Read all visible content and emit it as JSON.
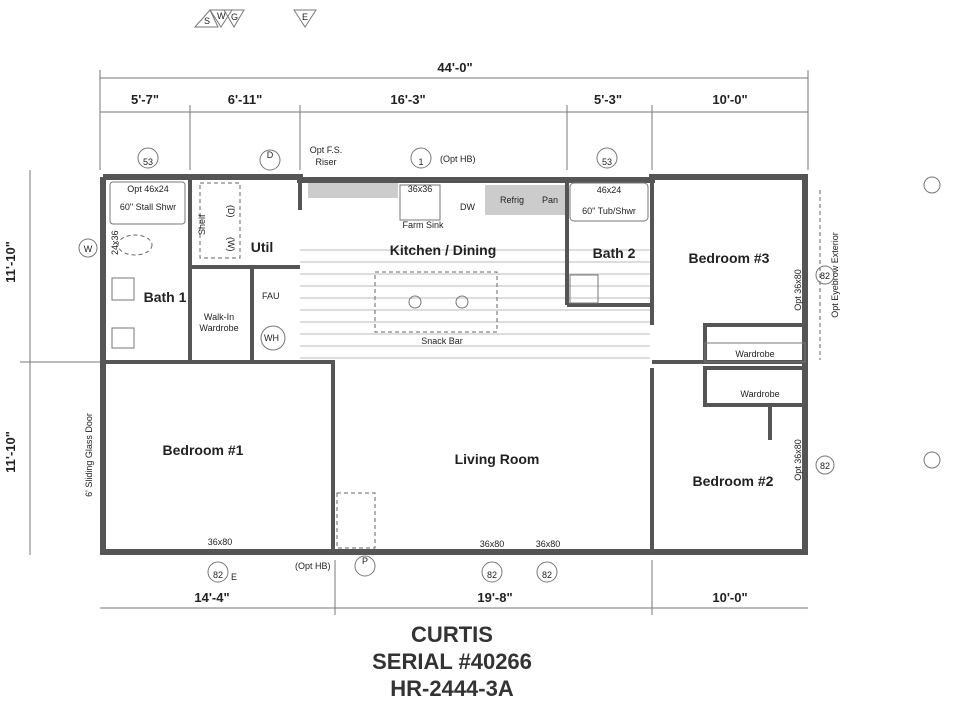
{
  "compass": {
    "s": "S",
    "w": "W",
    "g": "G",
    "e": "E"
  },
  "dimensions": {
    "overall": "44'-0\"",
    "top": [
      "5'-7\"",
      "6'-11\"",
      "16'-3\"",
      "5'-3\"",
      "10'-0\""
    ],
    "left": [
      "11'-10\"",
      "11'-10\""
    ],
    "bottom": [
      "14'-4\"",
      "19'-8\"",
      "10'-0\""
    ]
  },
  "rooms": {
    "kitchen": "Kitchen / Dining",
    "util": "Util",
    "bath1": "Bath 1",
    "bath2": "Bath 2",
    "bedroom3": "Bedroom #3",
    "bedroom1": "Bedroom #1",
    "bedroom2": "Bedroom #2",
    "living": "Living Room"
  },
  "labels": {
    "opt_stall": "Opt 46x24",
    "stall_shower": "60\" Stall Shwr",
    "win_24x36": "24x36",
    "shelf": "Shelf",
    "dryer": "(D)",
    "washer": "(W)",
    "walk_in": "Walk-In",
    "wardrobe_word": "Wardrobe",
    "fau": "FAU",
    "wh": "WH",
    "opt_fs": "Opt F.S.",
    "riser": "Riser",
    "sink_size": "36x36",
    "opt_hb": "(Opt HB)",
    "dw": "DW",
    "refrig": "Refrig",
    "pan": "Pan",
    "farm_sink": "Farm Sink",
    "snack_bar": "Snack Bar",
    "tub_size": "46x24",
    "tub_shower": "60\" Tub/Shwr",
    "opt_door_1": "Opt 36x80",
    "opt_door_2": "Opt 36x80",
    "eyebrow": "Opt Eyebrow Exterior",
    "wardrobe_1": "Wardrobe",
    "wardrobe_2": "Wardrobe",
    "sliding": "6' Sliding Glass Door",
    "door_a": "36x80",
    "door_b": "36x80",
    "door_c": "36x80",
    "opt_hb_bottom": "(Opt HB)"
  },
  "markers": {
    "w53": "53",
    "w1": "1",
    "w82": "82",
    "w": "W",
    "d": "D",
    "p": "P",
    "e": "E"
  },
  "title": {
    "name": "CURTIS",
    "serial": "SERIAL #40266",
    "model": "HR-2444-3A"
  }
}
